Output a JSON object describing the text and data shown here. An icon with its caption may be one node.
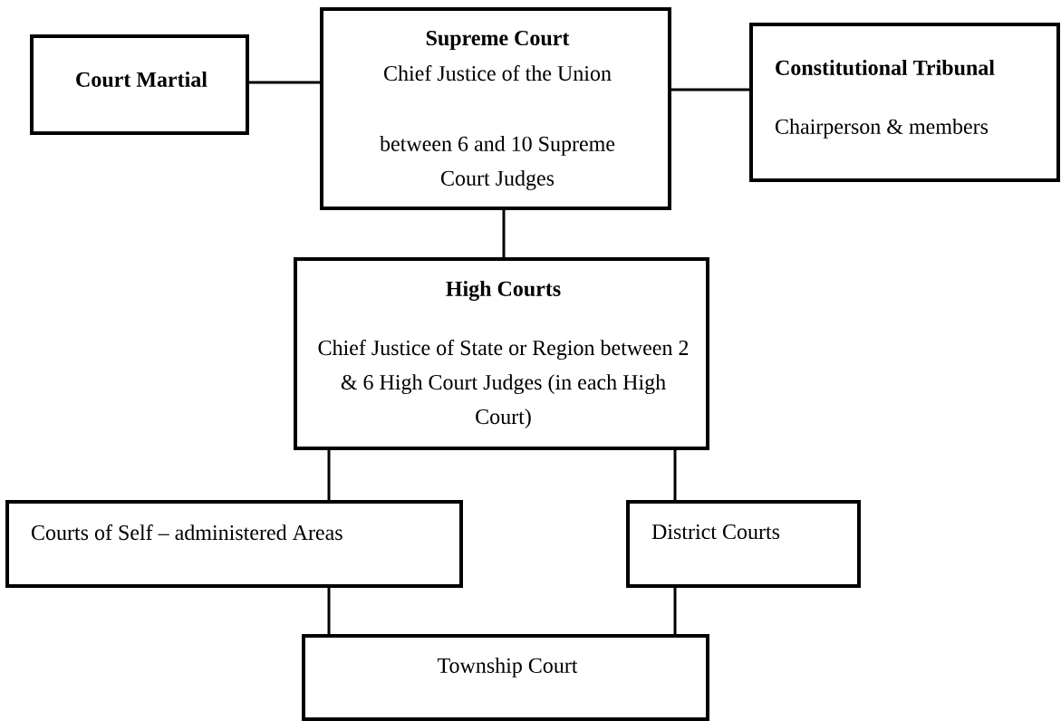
{
  "diagram": {
    "nodes": [
      {
        "text": [
          "Court Martial"
        ]
      },
      {
        "text": [
          "Supreme Court",
          "Chief Justice of the Union",
          "between 6 and 10 Supreme Court Judges"
        ]
      },
      {
        "text": [
          "Constitutional Tribunal",
          "Chairperson & members"
        ]
      },
      {
        "text": [
          "High Courts",
          "Chief Justice of State or Region between 2 & 6 High Court Judges (in each High Court)"
        ]
      },
      {
        "text": [
          "Courts of Self – administered Areas"
        ]
      },
      {
        "text": [
          "District Courts"
        ]
      },
      {
        "text": [
          "Township Court"
        ]
      }
    ],
    "edges": [
      {
        "from": 0,
        "to": 1,
        "arrow": "none"
      },
      {
        "from": 1,
        "to": 2,
        "arrow": "none"
      },
      {
        "from": 1,
        "to": 3,
        "arrow": "none"
      },
      {
        "from": 3,
        "to": 4,
        "arrow": "none"
      },
      {
        "from": 3,
        "to": 5,
        "arrow": "none"
      },
      {
        "from": 4,
        "to": 6,
        "arrow": "none"
      },
      {
        "from": 5,
        "to": 6,
        "arrow": "none"
      }
    ]
  }
}
